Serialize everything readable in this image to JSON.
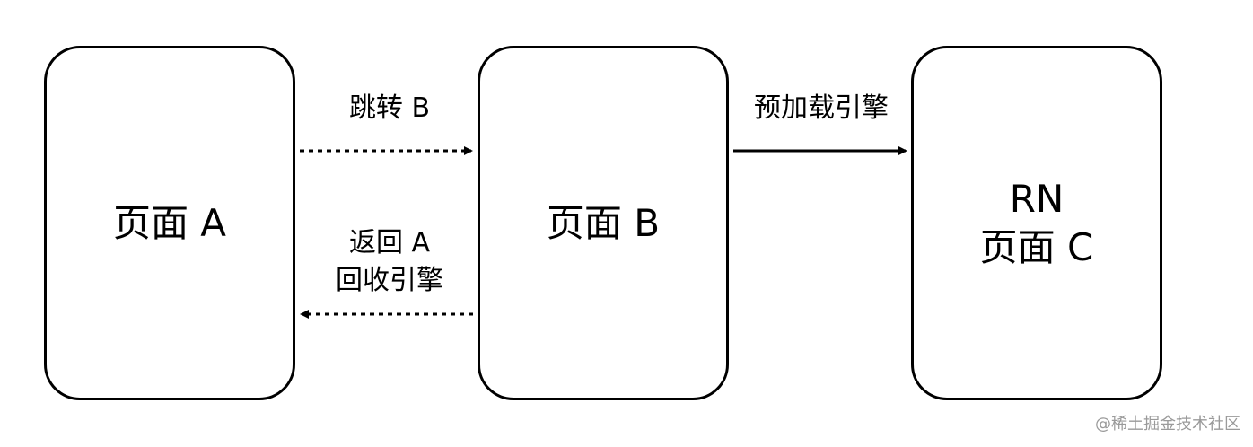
{
  "pages": {
    "a": {
      "label": "页面 A"
    },
    "b": {
      "label": "页面 B"
    },
    "c": {
      "lines": [
        "RN",
        "页面 C"
      ]
    }
  },
  "arrows": {
    "jump_to_b": {
      "label": "跳转 B",
      "style": "dotted"
    },
    "preload_engine": {
      "label": "预加载引擎",
      "style": "solid"
    },
    "back_to_a": {
      "lines": [
        "返回 A",
        "回收引擎"
      ],
      "style": "dotted"
    }
  },
  "watermark": "@稀土掘金技术社区",
  "colors": {
    "stroke": "#000000",
    "background": "#ffffff",
    "watermark": "#9a9a9a"
  }
}
